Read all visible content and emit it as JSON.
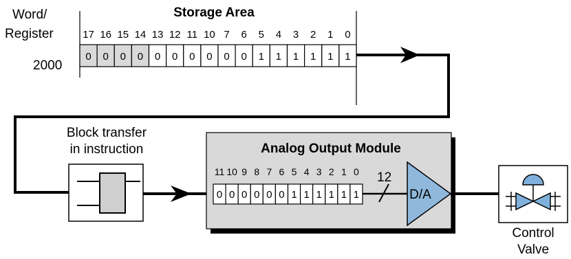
{
  "storage": {
    "word_label_1": "Word/",
    "word_label_2": "Register",
    "title": "Storage Area",
    "address": "2000",
    "bit_labels": [
      "17",
      "16",
      "15",
      "14",
      "13",
      "12",
      "11",
      "10",
      "7",
      "6",
      "5",
      "4",
      "3",
      "2",
      "1",
      "0"
    ],
    "bits": [
      "0",
      "0",
      "0",
      "0",
      "0",
      "0",
      "0",
      "0",
      "0",
      "0",
      "1",
      "1",
      "1",
      "1",
      "1",
      "1"
    ],
    "shaded_count": 4
  },
  "block_transfer": {
    "label_1": "Block transfer",
    "label_2": "in instruction"
  },
  "module": {
    "title": "Analog Output Module",
    "bit_labels": [
      "11",
      "10",
      "9",
      "8",
      "7",
      "6",
      "5",
      "4",
      "3",
      "2",
      "1",
      "0"
    ],
    "bits": [
      "0",
      "0",
      "0",
      "0",
      "0",
      "0",
      "1",
      "1",
      "1",
      "1",
      "1",
      "1"
    ],
    "bus_width": "12",
    "converter_label": "D/A"
  },
  "valve": {
    "label_1": "Control",
    "label_2": "Valve"
  },
  "colors": {
    "shaded_cell": "#d9d9d9",
    "module_panel": "#d9d9d9",
    "module_shadow": "#000000",
    "converter": "#8fb8dc",
    "valve": "#7fb1dc"
  }
}
